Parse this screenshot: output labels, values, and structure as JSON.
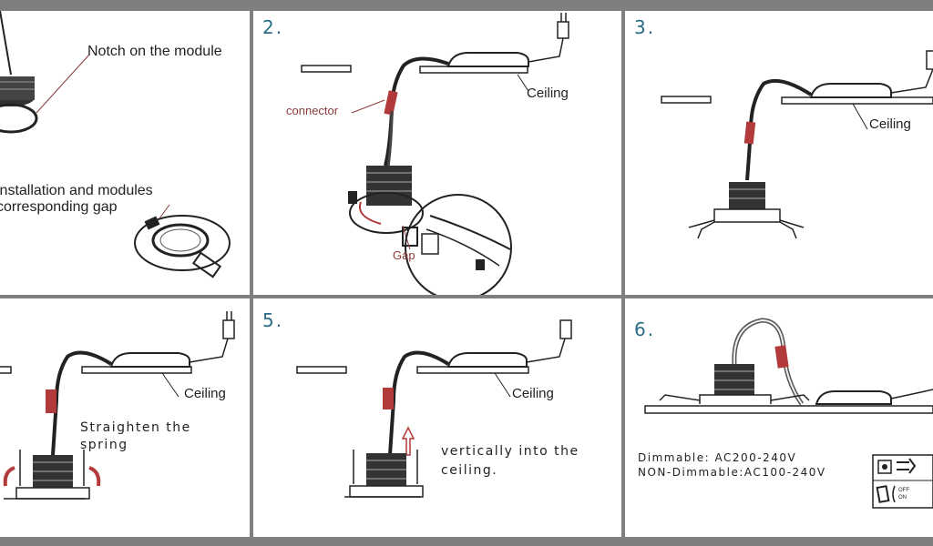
{
  "colors": {
    "frame": "#7f7f7f",
    "panel_bg": "#ffffff",
    "step_number": "#2a6d86",
    "connector_red": "#b33a3a",
    "text": "#222222"
  },
  "panels": [
    {
      "step": "",
      "labels": {
        "notch": "Notch on the module",
        "install_1": "installation and modules",
        "install_2": "corresponding gap"
      }
    },
    {
      "step": "2.",
      "labels": {
        "ceiling": "Ceiling",
        "connector": "connector",
        "gap": "Gap"
      }
    },
    {
      "step": "3.",
      "labels": {
        "ceiling": "Ceiling"
      }
    },
    {
      "step": "",
      "labels": {
        "ceiling": "Ceiling",
        "straighten_1": "Straighten the",
        "straighten_2": "spring"
      }
    },
    {
      "step": "5.",
      "labels": {
        "ceiling": "Ceiling",
        "vertical_1": "vertically into the",
        "vertical_2": "ceiling."
      }
    },
    {
      "step": "6.",
      "labels": {
        "dimmable": "Dimmable: AC200-240V",
        "non_dimmable": "NON-Dimmable:AC100-240V",
        "off_on": "OFF ON"
      }
    }
  ]
}
